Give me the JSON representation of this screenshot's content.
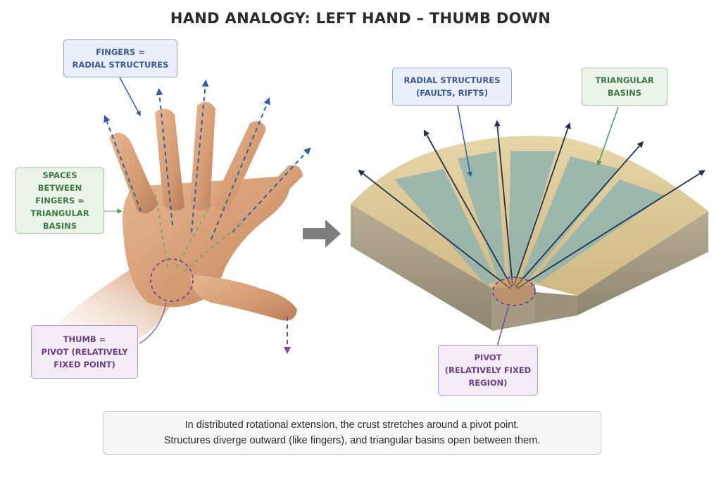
{
  "title": "HAND ANALOGY: LEFT HAND – THUMB DOWN",
  "labels": {
    "fingers": [
      "FINGERS =",
      "RADIAL STRUCTURES"
    ],
    "spaces": [
      "SPACES BETWEEN",
      "FINGERS =",
      "TRIANGULAR",
      "BASINS"
    ],
    "thumb": [
      "THUMB =",
      "PIVOT (RELATIVELY",
      "FIXED POINT)"
    ],
    "radial": [
      "RADIAL STRUCTURES",
      "(FAULTS, RIFTS)"
    ],
    "basins": [
      "TRIANGULAR",
      "BASINS"
    ],
    "pivot": [
      "PIVOT",
      "(RELATIVELY FIXED",
      "REGION)"
    ]
  },
  "caption": [
    "In distributed rotational extension, the crust stretches around a pivot point.",
    "Structures diverge outward (like fingers), and triangular basins open between them."
  ],
  "colors": {
    "blue": "#2f5fa8",
    "green": "#4f9a55",
    "purple": "#7a4a98",
    "arrow_gray": "#7d7d7d",
    "skin": "#d9a47e"
  },
  "icons": [
    "right-arrow-icon"
  ]
}
